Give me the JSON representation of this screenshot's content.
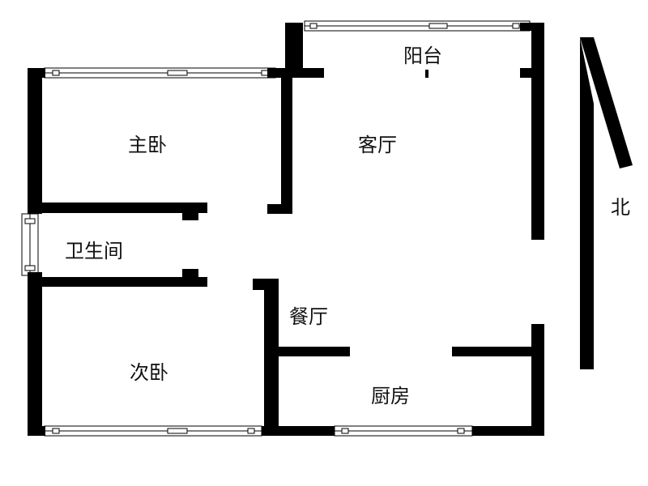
{
  "rooms": {
    "master_bedroom": "主卧",
    "living_room": "客厅",
    "balcony": "阳台",
    "bathroom": "卫生间",
    "dining_room": "餐厅",
    "second_bedroom": "次卧",
    "kitchen": "厨房"
  },
  "compass": {
    "north_label": "北"
  },
  "colors": {
    "wall": "#000000",
    "background": "#ffffff"
  }
}
